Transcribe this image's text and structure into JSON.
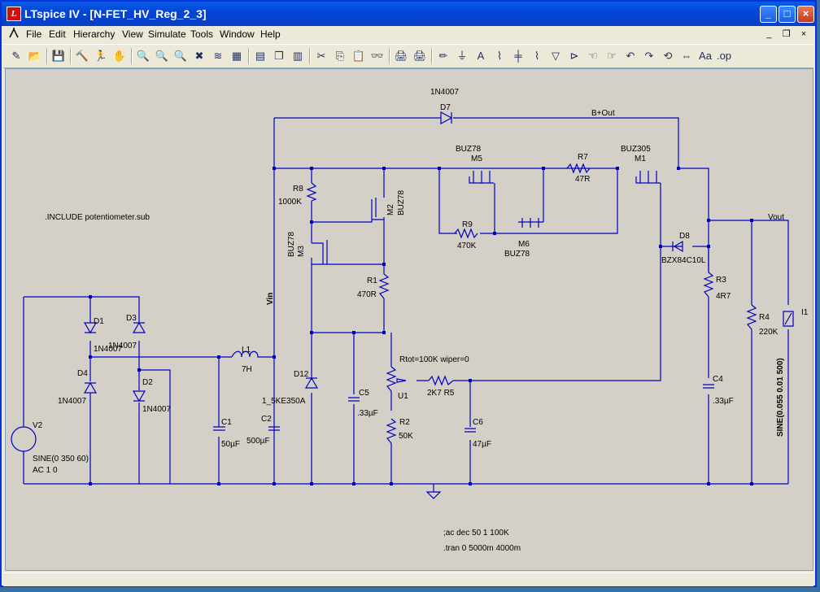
{
  "window": {
    "title": "LTspice IV - [N-FET_HV_Reg_2_3]",
    "app_icon_letter": "L"
  },
  "title_buttons": {
    "minimize": "_",
    "maximize": "□",
    "close": "×"
  },
  "menu": {
    "items": [
      "File",
      "Edit",
      "Hierarchy",
      "View",
      "Simulate",
      "Tools",
      "Window",
      "Help"
    ]
  },
  "mdi_buttons": {
    "minimize": "_",
    "restore": "❐",
    "close": "×"
  },
  "toolbar": {
    "icons": [
      "new-schematic",
      "open",
      "save",
      "control-panel",
      "run",
      "halt",
      "zoom-in",
      "pan",
      "zoom-out",
      "zoom-cancel",
      "autoscale",
      "zoom-full",
      "tile-horizontal",
      "cascade",
      "tile-vertical",
      "cut",
      "copy",
      "paste",
      "find",
      "print-setup",
      "print",
      "draw-wire",
      "ground",
      "label-net",
      "resistor",
      "capacitor",
      "inductor",
      "diode",
      "component",
      "move",
      "drag",
      "undo",
      "redo",
      "rotate",
      "mirror",
      "text",
      "spice-directive"
    ],
    "glyphs": [
      "✎",
      "📂",
      "💾",
      "🔨",
      "🏃",
      "✋",
      "🔍",
      "🔍",
      "🔍",
      "✖",
      "≋",
      "▦",
      "▤",
      "❐",
      "▥",
      "✂",
      "⎘",
      "📋",
      "👓",
      "🖨",
      "🖨",
      "✏",
      "⏚",
      "A",
      "⌇",
      "╪",
      "⌇",
      "▽",
      "⊳",
      "☜",
      "☞",
      "↶",
      "↷",
      "⟲",
      "⇔",
      "Aa",
      ".op"
    ]
  },
  "schematic": {
    "wire_color": "#0000c0",
    "labels": {
      "d7_model": "1N4007",
      "d7": "D7",
      "bout": "B+Out",
      "m5_model": "BUZ78",
      "m5": "M5",
      "r7": "R7",
      "r7_val": "47R",
      "m1_model": "BUZ305",
      "m1": "M1",
      "r8": "R8",
      "r8_val": "1000K",
      "m2": "M2",
      "m2_model": "BUZ78",
      "r9": "R9",
      "r9_val": "470K",
      "m6": "M6",
      "m6_model": "BUZ78",
      "include": ".INCLUDE potentiometer.sub",
      "vout": "Vout",
      "m3_model": "BUZ78",
      "m3": "M3",
      "d8": "D8",
      "d8_model": "BZX84C10L",
      "r1": "R1",
      "r1_val": "470R",
      "vin": "Vin",
      "r3": "R3",
      "r3_val": "4R7",
      "i1": "I1",
      "d1": "D1",
      "d3": "D3",
      "d3_model": "1N4007",
      "d1_model": "1N4007",
      "r4": "R4",
      "r4_val": "220K",
      "l1": "L1",
      "l1_val": "7H",
      "pot": "Rtot=100K wiper=0",
      "d4": "D4",
      "d2": "D2",
      "d12": "D12",
      "r5": "2K7 R5",
      "c4": "C4",
      "u1": "U1",
      "d4_model": "1N4007",
      "d2_model": "1N4007",
      "d12_model": "1_5KE350A",
      "c5": "C5",
      "c4_val": ".33µF",
      "i1_val": "SINE(0.055 0.01 500)",
      "v2": "V2",
      "c5_val": ".33µF",
      "r2": "R2",
      "c6": "C6",
      "c1": "C1",
      "c2": "C2",
      "r2_val": "50K",
      "c1_val": "50µF",
      "c2_val": "500µF",
      "c6_val": "47µF",
      "v2_val": "SINE(0 350 60)",
      "v2_ac": "AC 1 0",
      "ac_cmd": ";ac dec 50 1 100K",
      "tran_cmd": ".tran 0 5000m 4000m"
    }
  }
}
